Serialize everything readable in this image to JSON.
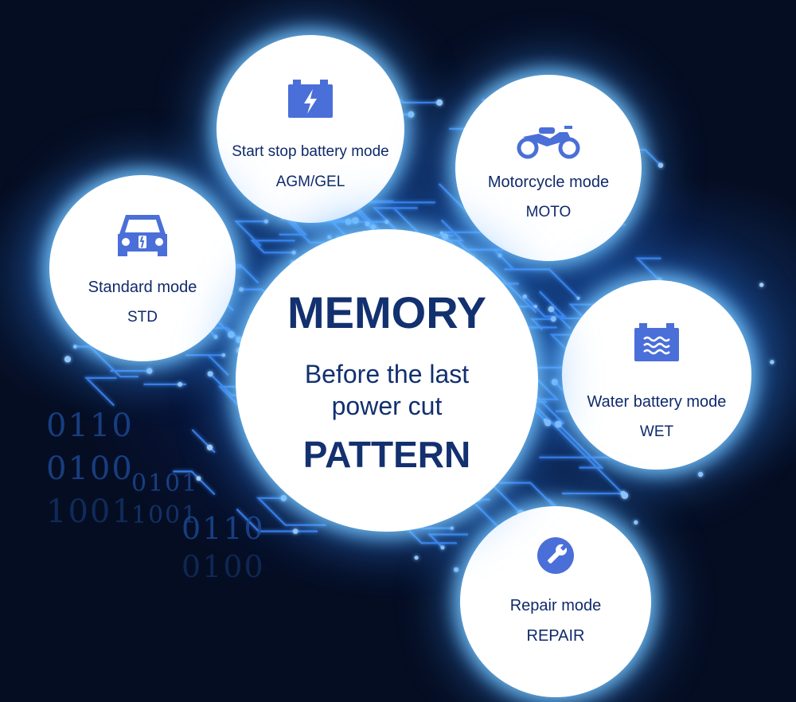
{
  "background": {
    "binary_lines": [
      "0110",
      "0100",
      "1001",
      "0101",
      "1001",
      "0110",
      "0100"
    ]
  },
  "colors": {
    "background": "#050d22",
    "circuit": "#3f8cff",
    "icon_blue": "#4a6fd8",
    "text_dark_blue": "#13306f"
  },
  "center": {
    "title": "MEMORY",
    "line1": "Before the last",
    "line2": "power cut",
    "subtitle": "PATTERN"
  },
  "modes": [
    {
      "name": "Start stop battery mode",
      "code": "AGM/GEL",
      "icon": "battery-bolt-icon"
    },
    {
      "name": "Motorcycle mode",
      "code": "MOTO",
      "icon": "motorcycle-icon"
    },
    {
      "name": "Standard mode",
      "code": "STD",
      "icon": "car-icon"
    },
    {
      "name": "Water battery mode",
      "code": "WET",
      "icon": "battery-water-icon"
    },
    {
      "name": "Repair mode",
      "code": "REPAIR",
      "icon": "wrench-icon"
    }
  ]
}
